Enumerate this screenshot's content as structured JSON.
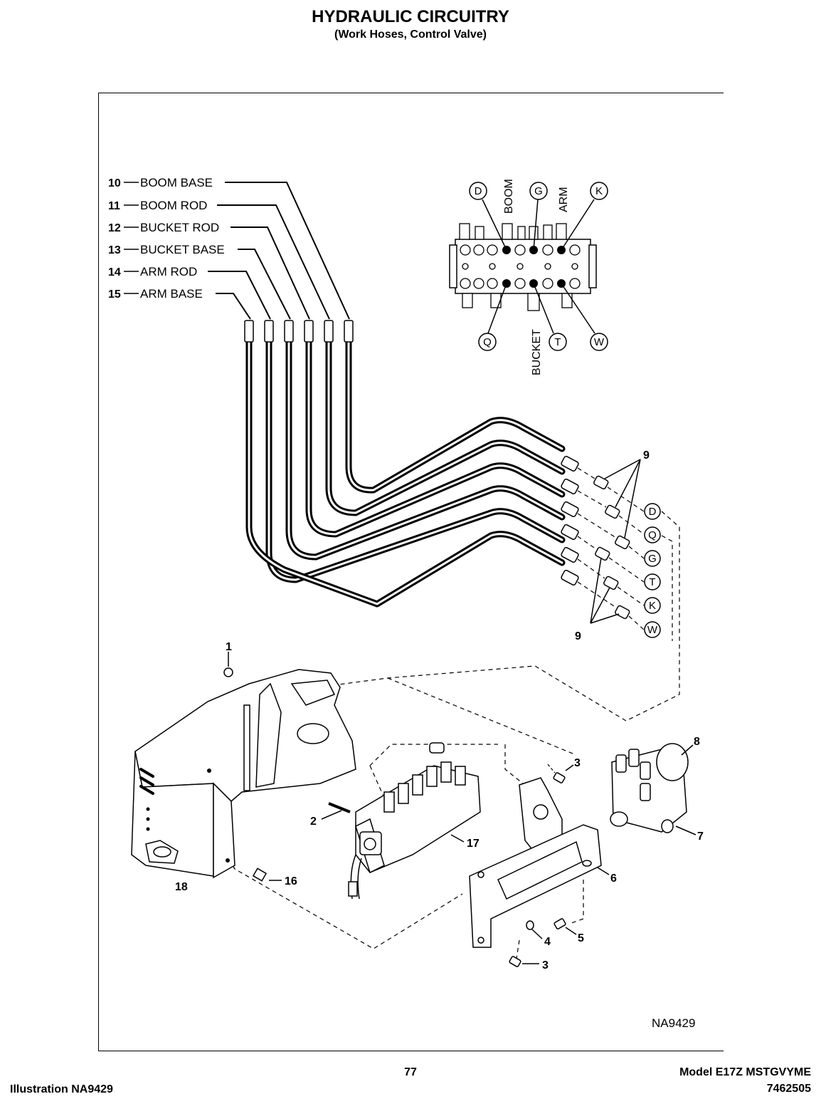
{
  "header": {
    "title": "HYDRAULIC CIRCUITRY",
    "subtitle": "(Work Hoses, Control Valve)"
  },
  "hose_labels": [
    {
      "num": "10",
      "text": "BOOM BASE"
    },
    {
      "num": "11",
      "text": "BOOM ROD"
    },
    {
      "num": "12",
      "text": "BUCKET ROD"
    },
    {
      "num": "13",
      "text": "BUCKET BASE"
    },
    {
      "num": "14",
      "text": "ARM ROD"
    },
    {
      "num": "15",
      "text": "ARM BASE"
    }
  ],
  "valve_labels": {
    "top_ports": [
      "D",
      "G",
      "K"
    ],
    "bottom_ports": [
      "Q",
      "T",
      "W"
    ],
    "boom": "BOOM",
    "arm": "ARM",
    "bucket": "BUCKET"
  },
  "fitting_ports": [
    "D",
    "Q",
    "G",
    "T",
    "K",
    "W"
  ],
  "callouts": {
    "c1": "1",
    "c2": "2",
    "c3a": "3",
    "c3b": "3",
    "c4": "4",
    "c5": "5",
    "c6": "6",
    "c7": "7",
    "c8": "8",
    "c9a": "9",
    "c9b": "9",
    "c16": "16",
    "c17": "17",
    "c18": "18"
  },
  "illustration_code": "NA9429",
  "footer": {
    "page_number": "77",
    "illustration": "Illustration NA9429",
    "model": "Model E17Z MSTGVYME",
    "part_number": "7462505"
  }
}
